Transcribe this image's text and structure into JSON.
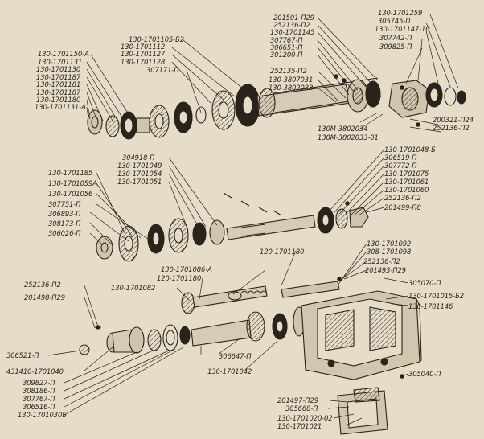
{
  "colors": {
    "paper": "#e6ddc8",
    "ink": "#2a231b"
  },
  "labels": {
    "top_left": [
      "130-1701150-A",
      "130-1701131",
      "130-1701130",
      "130-1701187",
      "130-1701181",
      "130-1701187",
      "130-1701180",
      "130-1701131-A"
    ],
    "top_mid": [
      "130-1701105-Б2",
      "130-1701112",
      "130-1701127",
      "130-1701128",
      "307171-П"
    ],
    "top_center": [
      "201501-П29",
      "252136-П2",
      "130-1701145",
      "307767-П",
      "306651-П",
      "301200-П",
      "252135-П2",
      "130-3807031",
      "130-3802088"
    ],
    "top_right": [
      "130-1701259",
      "305745-П",
      "130-1701147-10",
      "307742-П",
      "309825-П"
    ],
    "top_right_low": [
      "200321-П24",
      "252136-П2"
    ],
    "top_bottom": [
      "130М-3802034",
      "130М-3802033-01"
    ],
    "mid_left": [
      "130-1701185",
      "130-1701059А",
      "130-1701056",
      "307751-П",
      "306893-П",
      "308173-П",
      "306026-П"
    ],
    "mid_center": [
      "304918-П",
      "130-1701049",
      "130-1701054",
      "130-1701051"
    ],
    "mid_right": [
      "130-1701048-Б",
      "306519-П",
      "307772-П",
      "130-1701075",
      "130-1701061",
      "130-1701060",
      "252136-П2",
      "201499-П8"
    ],
    "mid_bottom": "120-1701180",
    "bottom_center": [
      "130-1701086-А",
      "120-1701180",
      "130-1701082"
    ],
    "bottom_right": [
      "130-1701092",
      "308-1701098",
      "252136-П2",
      "201493-П29"
    ],
    "bottom_right_single": [
      "305070-П",
      "130-1701015-Б2",
      "130-1701146"
    ],
    "bottom_left": [
      "252136-П2",
      "201498-П29"
    ],
    "bottom_left_low": [
      "306521-П",
      "431410-1701040",
      "309827-П",
      "308186-П",
      "307767-П",
      "306516-П",
      "130-1701030Б"
    ],
    "bottom_mid_low": [
      "306647-П",
      "130-1701042"
    ],
    "bottom_far_right": "305040-П",
    "bottom_cover": [
      "201497-П29",
      "305668-П",
      "130-1701020-02",
      "130-1701021"
    ]
  }
}
